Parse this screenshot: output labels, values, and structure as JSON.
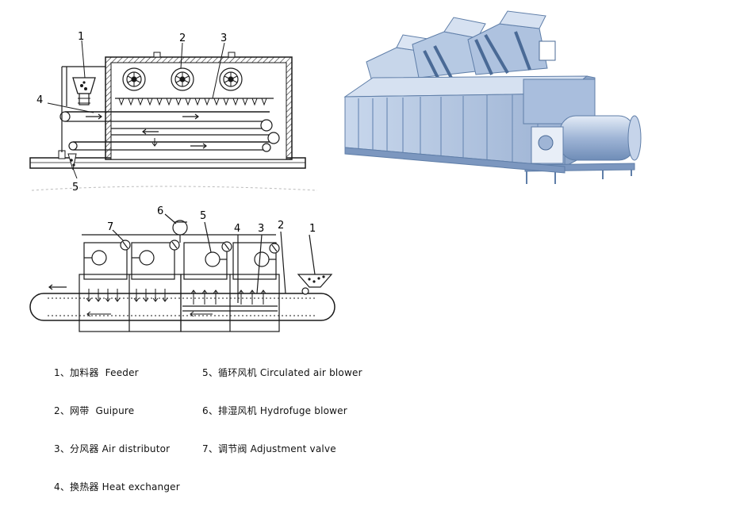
{
  "top_diagram": {
    "callouts": [
      "1",
      "2",
      "3",
      "4",
      "5"
    ]
  },
  "bottom_diagram": {
    "callouts": [
      "7",
      "6",
      "5",
      "4",
      "3",
      "2",
      "1"
    ]
  },
  "legend": {
    "left": [
      "1、加料器  Feeder",
      "2、网带  Guipure",
      "3、分风器 Air distributor",
      "4、换热器 Heat exchanger"
    ],
    "right": [
      "5、循环风机 Circulated air blower",
      "6、排湿风机 Hydrofuge blower",
      "7、调节阀 Adjustment valve"
    ]
  },
  "colors": {
    "machine_body": "#b9cbe4",
    "machine_shade": "#8ea6c9",
    "machine_dark": "#5f7ea8",
    "line": "#1a1a1a"
  }
}
